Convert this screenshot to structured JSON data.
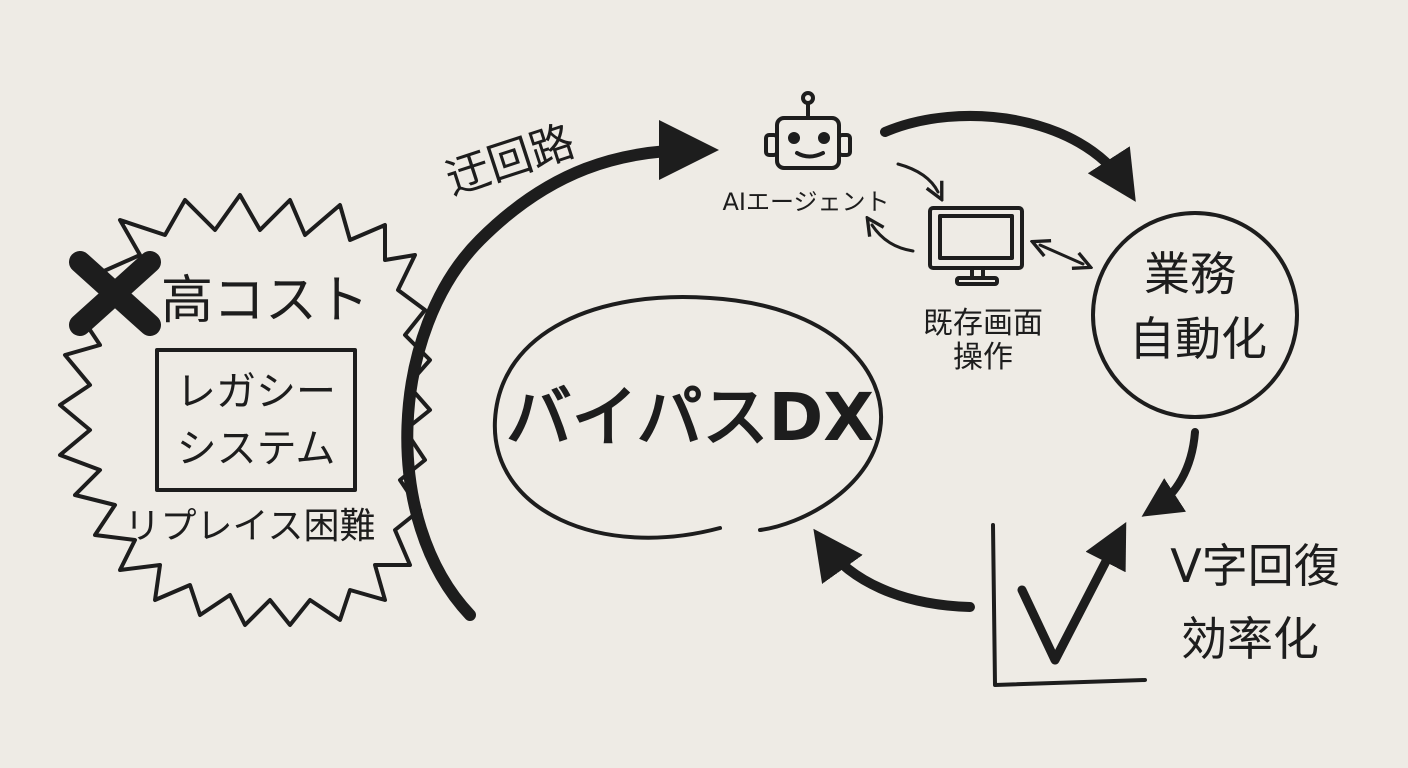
{
  "left_problem": {
    "cost_label": "高コスト",
    "legacy_box": {
      "line1": "レガシー",
      "line2": "システム"
    },
    "replace_label": "リプレイス困難"
  },
  "bypass_arrow": {
    "label": "迂回路"
  },
  "center": {
    "label": "バイパスDX"
  },
  "agent": {
    "label": "AIエージェント"
  },
  "screen": {
    "line1": "既存画面",
    "line2": "操作"
  },
  "automation": {
    "line1": "業務",
    "line2": "自動化"
  },
  "recovery": {
    "line1": "V字回復",
    "line2": "効率化"
  },
  "colors": {
    "ink": "#1d1d1d",
    "paper": "#eeebe5"
  }
}
